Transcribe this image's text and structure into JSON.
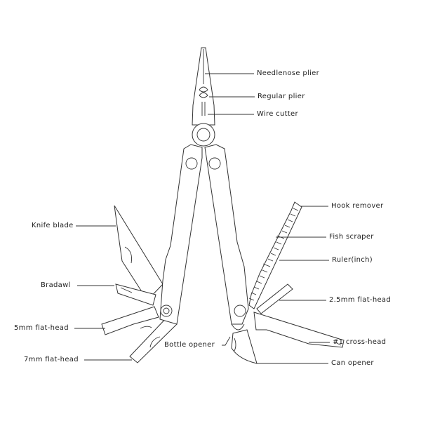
{
  "diagram": {
    "labels": {
      "needlenose_plier": "Needlenose plier",
      "regular_plier": "Regular plier",
      "wire_cutter": "Wire cutter",
      "hook_remover": "Hook remover",
      "fish_scraper": "Fish scraper",
      "ruler": "Ruler(inch)",
      "flat_head_2_5mm": "2.5mm flat-head",
      "cross_head_1": "#1 cross-head",
      "can_opener": "Can opener",
      "bottle_opener": "Bottle opener",
      "knife_blade": "Knife blade",
      "bradawl": "Bradawl",
      "flat_head_5mm": "5mm flat-head",
      "flat_head_7mm": "7mm flat-head"
    }
  }
}
